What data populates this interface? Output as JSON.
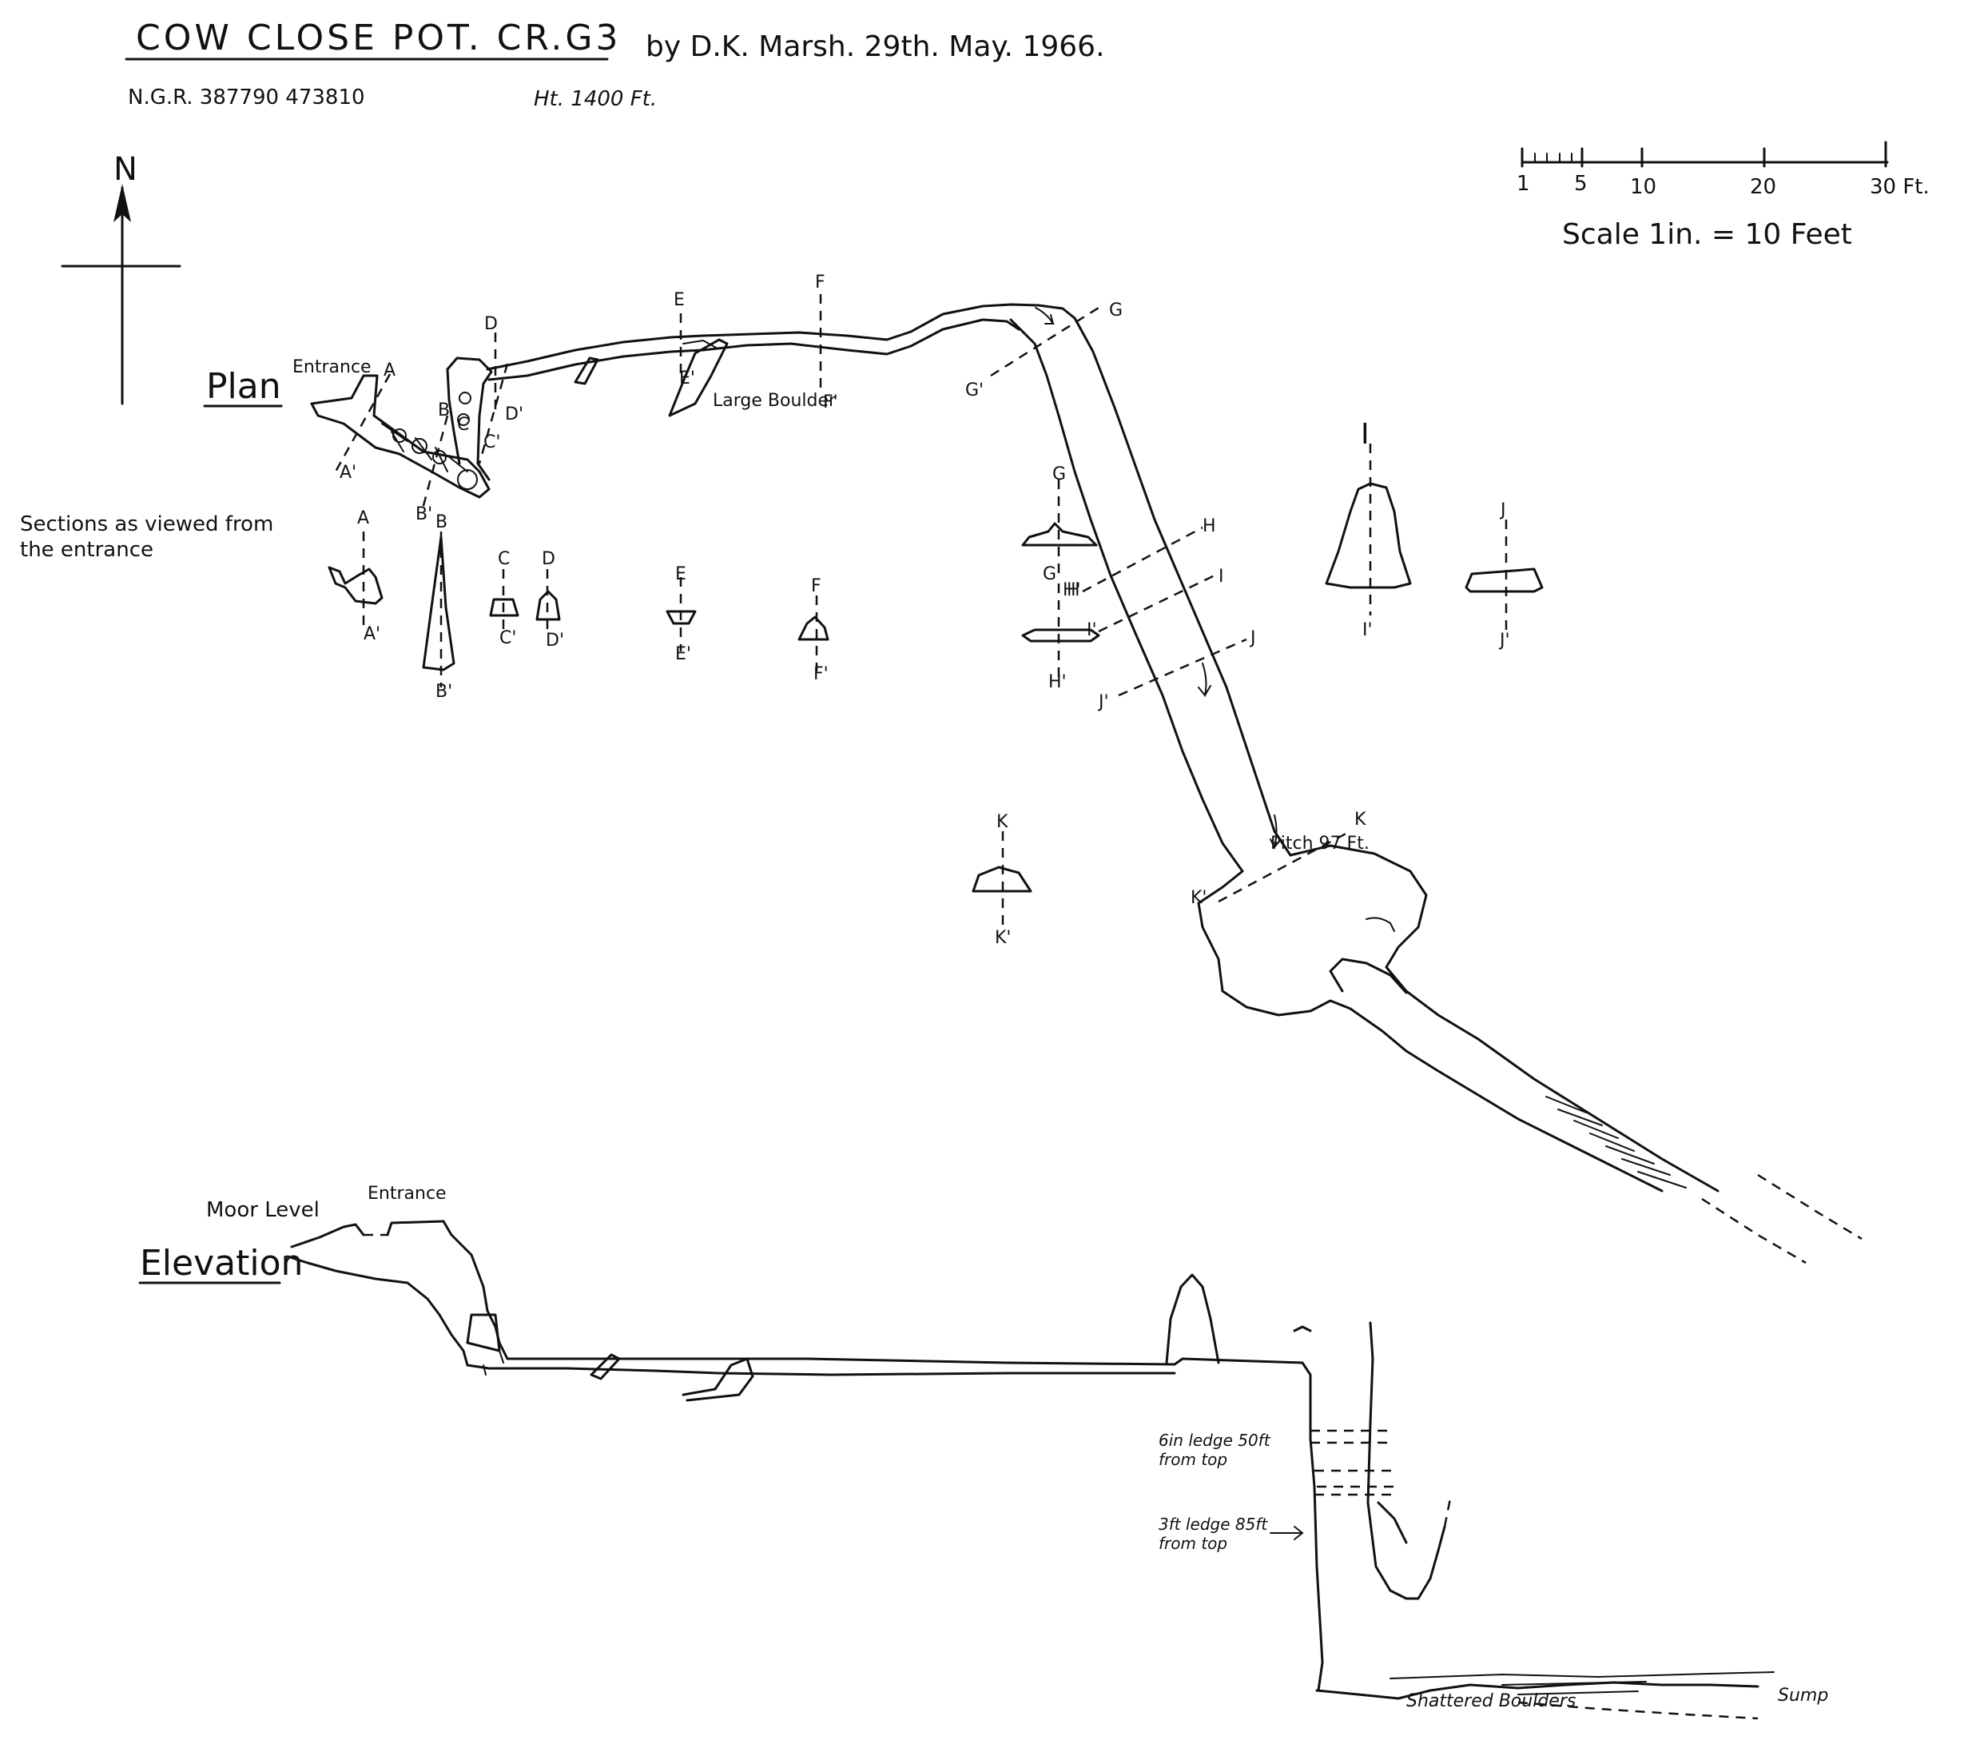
{
  "title": {
    "name": "COW CLOSE POT. CR.G3",
    "byline": "by D.K. Marsh. 29th. May. 1966.",
    "ngr": "N.G.R. 387790 473810",
    "height": "Ht. 1400 Ft."
  },
  "north": "N",
  "scale": {
    "ticks": [
      "1",
      "5",
      "10",
      "20",
      "30 Ft."
    ],
    "caption": "Scale 1in. = 10 Feet"
  },
  "plan": {
    "heading": "Plan",
    "entrance": "Entrance",
    "large_boulder": "Large Boulder",
    "pitch": "Pitch 97 Ft.",
    "section_letters": [
      "A",
      "A'",
      "B",
      "B'",
      "C",
      "C'",
      "D",
      "D'",
      "E",
      "E'",
      "F",
      "F'",
      "G",
      "G'",
      "H",
      "H'",
      "I",
      "I'",
      "J",
      "J'",
      "K",
      "K'"
    ]
  },
  "sections_note": "Sections as viewed from the entrance",
  "elevation": {
    "heading": "Elevation",
    "moor_level": "Moor Level",
    "entrance": "Entrance",
    "ledge1": "6in ledge 50ft from top",
    "ledge2": "3ft ledge 85ft from top",
    "boulders": "Shattered Boulders",
    "sump": "Sump"
  }
}
